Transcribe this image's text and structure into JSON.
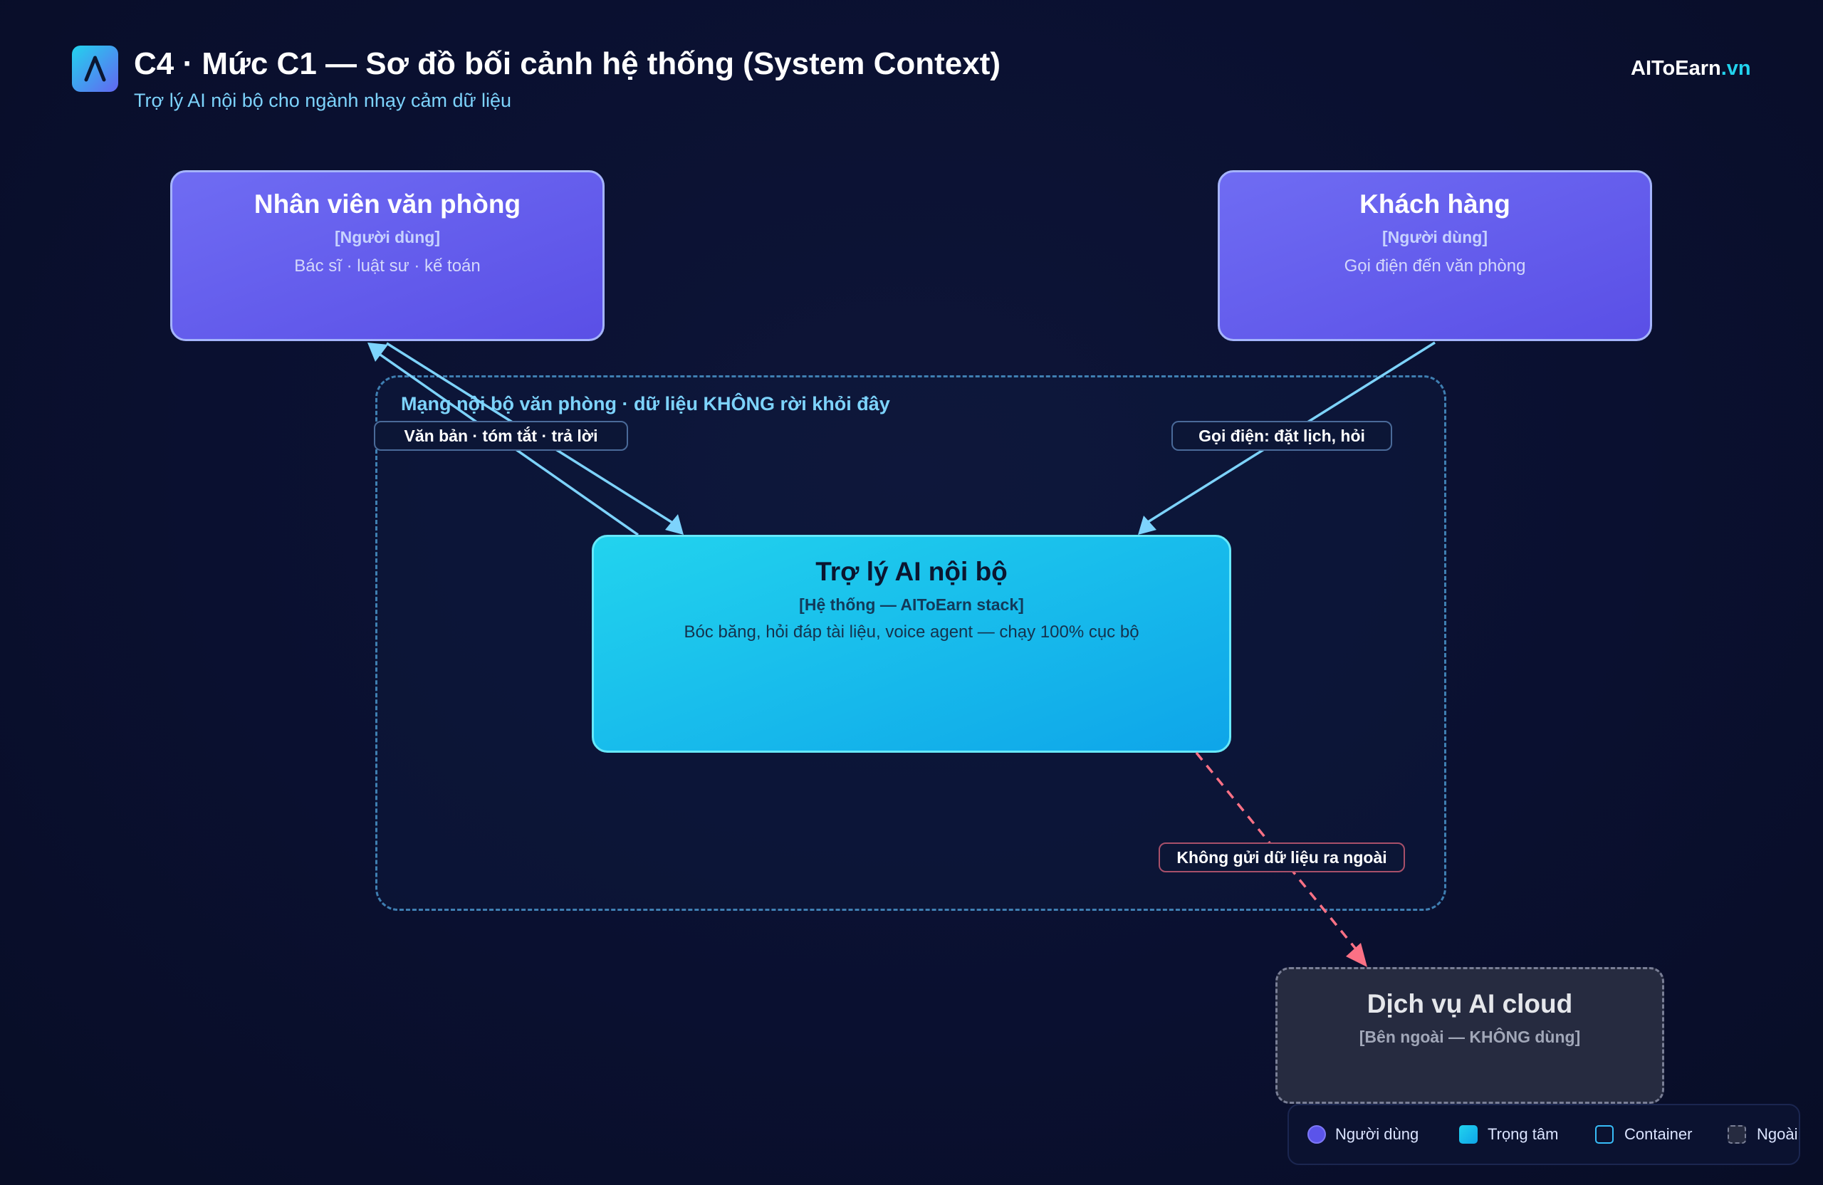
{
  "header": {
    "title": "C4 · Mức C1 — Sơ đồ bối cảnh hệ thống (System Context)",
    "subtitle": "Trợ lý AI nội bộ cho ngành nhạy cảm dữ liệu",
    "brand_main": "AIToEarn",
    "brand_tld": ".vn",
    "logo_icon": "logo-a-icon"
  },
  "boundary": {
    "label": "Mạng nội bộ văn phòng · dữ liệu KHÔNG rời khỏi đây"
  },
  "nodes": {
    "office_staff": {
      "name": "Nhân viên văn phòng",
      "tag": "[Người dùng]",
      "desc": "Bác sĩ · luật sư · kế toán"
    },
    "customer": {
      "name": "Khách hàng",
      "tag": "[Người dùng]",
      "desc": "Gọi điện đến văn phòng"
    },
    "core": {
      "name": "Trợ lý AI nội bộ",
      "tag": "[Hệ thống — AIToEarn stack]",
      "desc": "Bóc băng, hỏi đáp tài liệu, voice agent — chạy 100% cục bộ"
    },
    "external": {
      "name": "Dịch vụ AI cloud",
      "tag": "[Bên ngoài — KHÔNG dùng]"
    }
  },
  "edges": {
    "staff_core": "Văn bản · tóm tắt · trả lời",
    "customer_core": "Gọi điện: đặt lịch, hỏi",
    "core_external": "Không gửi dữ liệu ra ngoài"
  },
  "legend": {
    "user": "Người dùng",
    "core": "Trọng tâm",
    "container": "Container",
    "external": "Ngoài"
  },
  "colors": {
    "background": "#0a1030",
    "person": "#5b54ea",
    "core": "#22d3ee",
    "boundary": "#3f7fb2",
    "arrow": "#7dd3fc",
    "blocked_arrow": "#fb7185",
    "external": "#262b40"
  }
}
